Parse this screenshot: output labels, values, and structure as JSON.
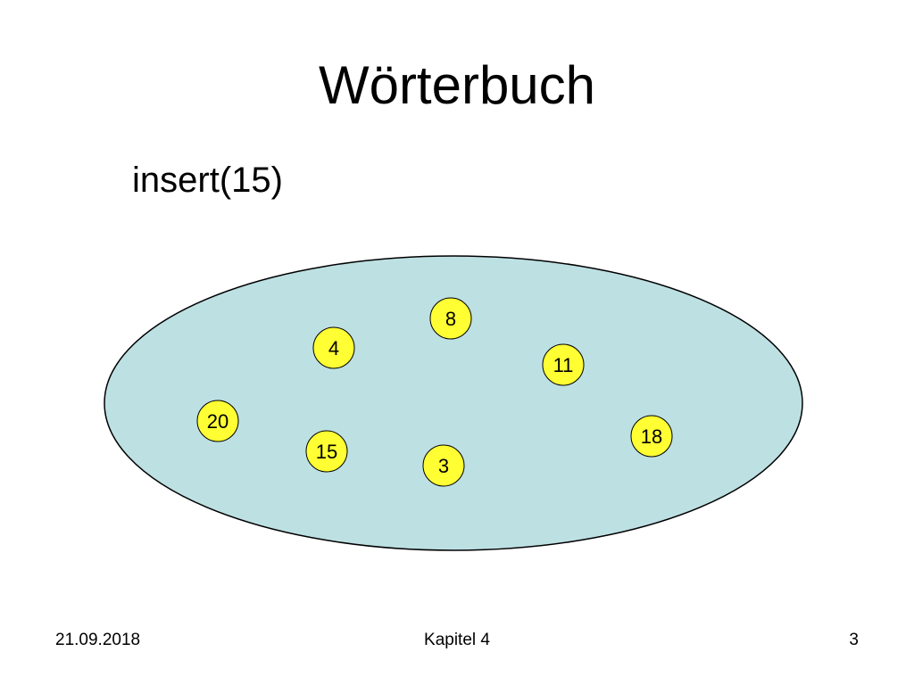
{
  "slide": {
    "title": "Wörterbuch",
    "operation": "insert(15)"
  },
  "diagram": {
    "set_fill_color": "#bde0e3",
    "node_fill_color": "#ffff33",
    "nodes": [
      {
        "label": "8"
      },
      {
        "label": "4"
      },
      {
        "label": "11"
      },
      {
        "label": "20"
      },
      {
        "label": "18"
      },
      {
        "label": "15"
      },
      {
        "label": "3"
      }
    ]
  },
  "footer": {
    "date": "21.09.2018",
    "chapter": "Kapitel 4",
    "page": "3"
  }
}
